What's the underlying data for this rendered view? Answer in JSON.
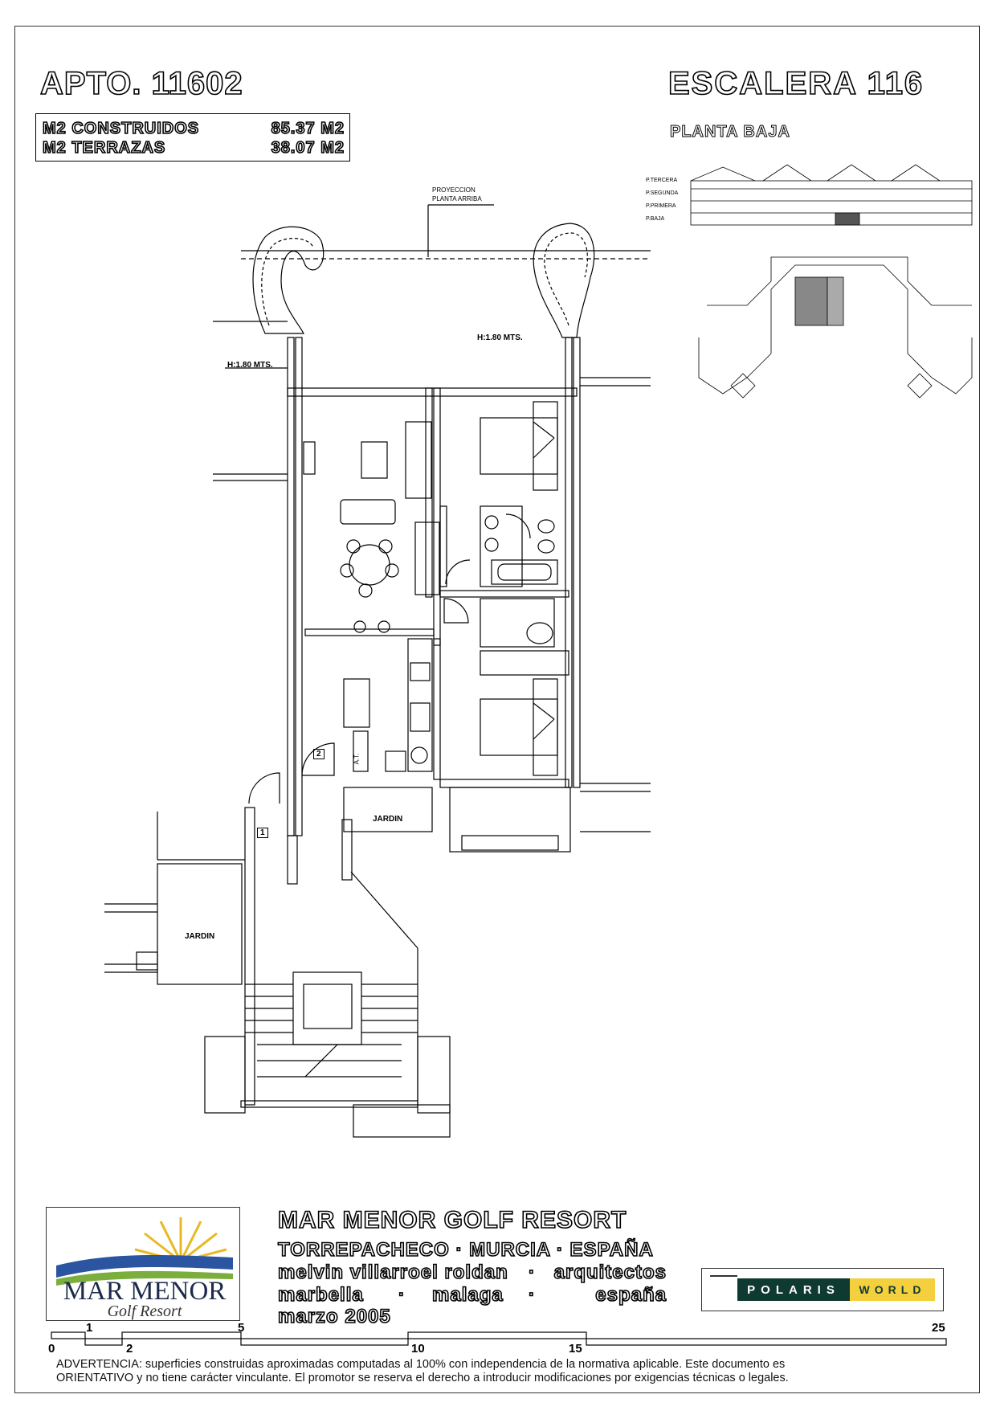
{
  "header": {
    "apto_label": "APTO.  11602",
    "escalera_label": "ESCALERA  116",
    "planta": "PLANTA BAJA"
  },
  "areas": [
    {
      "label": "M2 CONSTRUIDOS",
      "value": "85.37 M2"
    },
    {
      "label": "M2 TERRAZAS",
      "value": "38.07 M2"
    }
  ],
  "plan_labels": {
    "proyeccion_1": "PROYECCION",
    "proyeccion_2": "PLANTA ARRIBA",
    "height_left": "H:1.80  MTS.",
    "height_right": "H:1.80  MTS.",
    "jardin_1": "JARDIN",
    "jardin_2": "JARDIN",
    "door_1": "1",
    "door_2": "2",
    "at": "A.T."
  },
  "elevation_floors": [
    "P.TERCERA",
    "P.SEGUNDA",
    "P.PRIMERA",
    "P.BAJA"
  ],
  "footer": {
    "logo_main": "MAR MENOR",
    "logo_sub": "Golf Resort",
    "resort_name": "MAR MENOR GOLF RESORT",
    "location": "TORREPACHECO · MURCIA · ESPAÑA",
    "architect_line": [
      "melvin villarroel roldan",
      "·",
      "arquitectos"
    ],
    "office_line": [
      "marbella",
      "·",
      "malaga",
      "·",
      "españa"
    ],
    "date": "marzo 2005",
    "polaris_1": "POLARIS",
    "polaris_2": "WORLD",
    "warning_1": "ADVERTENCIA: superficies construidas aproximadas computadas al 100% con independencia de la normativa aplicable. Este documento es",
    "warning_2": "ORIENTATIVO y no tiene carácter vinculante. El promotor se reserva el derecho a introducir modificaciones por exigencias técnicas o legales."
  },
  "scale_bar": {
    "ticks": [
      "0",
      "1",
      "2",
      "5",
      "10",
      "15",
      "25"
    ]
  },
  "colors": {
    "logo_blue": "#2b55a0",
    "logo_green": "#7cae3d",
    "logo_sun": "#e8b923",
    "polaris_green": "#0f3a31",
    "polaris_yellow": "#f4d03f"
  }
}
